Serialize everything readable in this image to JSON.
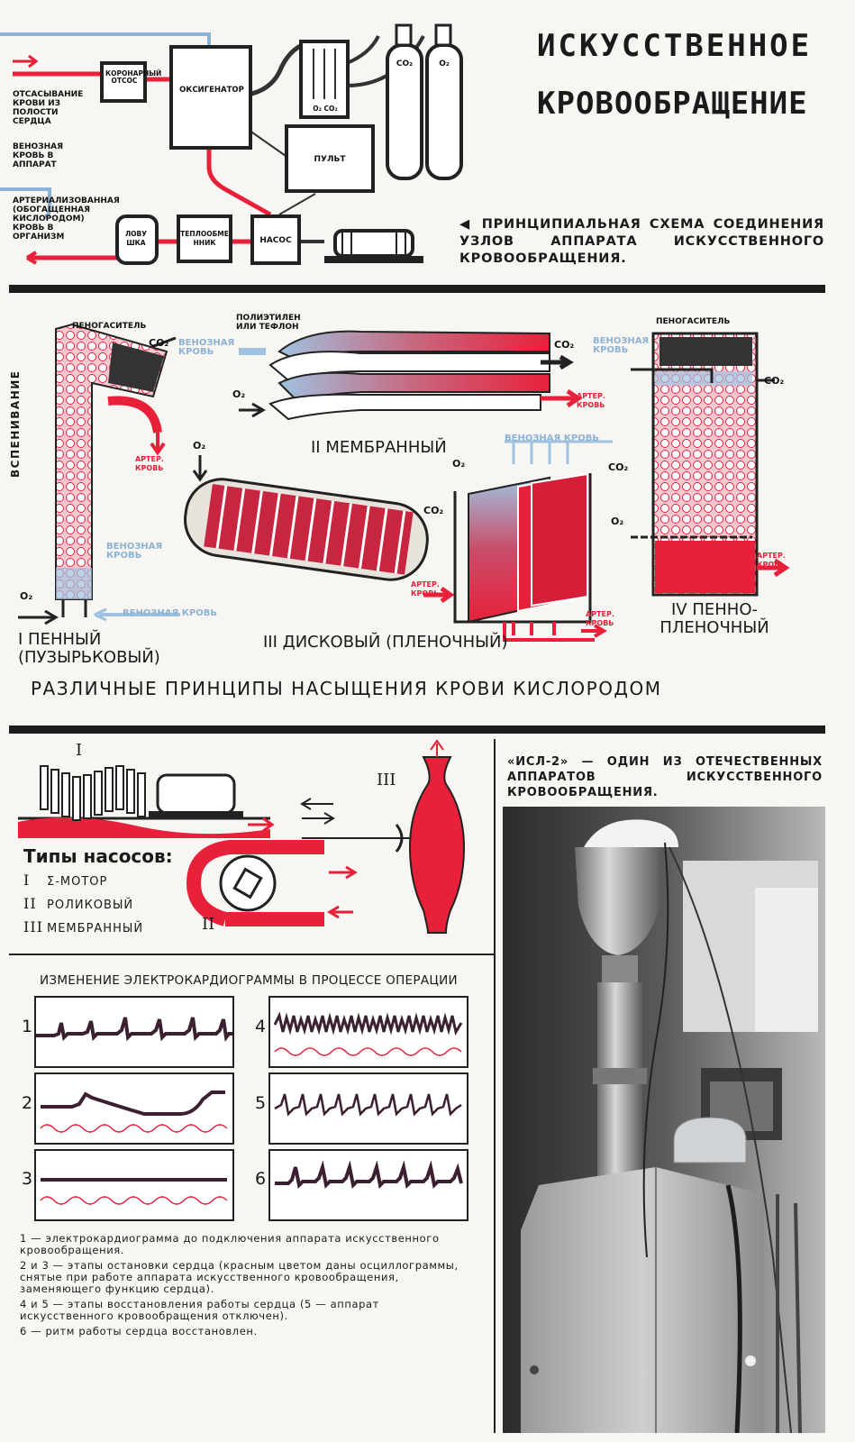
{
  "title": {
    "line1": "ИСКУССТВЕННОЕ",
    "line2": "КРОВООБРАЩЕНИЕ"
  },
  "schema": {
    "labels": {
      "suction": "ОТСАСЫВАНИЕ КРОВИ ИЗ ПОЛОСТИ СЕРДЦА",
      "venous_in": "ВЕНОЗНАЯ КРОВЬ В АППАРАТ",
      "arterial_out": "АРТЕРИАЛИЗОВАННАЯ (ОБОГАЩЕННАЯ КИСЛОРОДОМ) КРОВЬ В ОРГАНИЗМ"
    },
    "blocks": {
      "coronary": "КОРОНАРНЫЙ ОТСОС",
      "oxygenator": "ОКСИГЕНАТОР",
      "console": "ПУЛЬТ",
      "trap": "ЛОВУШКА",
      "heat": "ТЕПЛООБМЕННИК",
      "pump": "НАСОС",
      "gas_meter": "O₂ CO₂",
      "cyl_co2": "CO₂",
      "cyl_o2": "O₂"
    },
    "caption": "◀ ПРИНЦИПИАЛЬНАЯ СХЕМА СОЕДИНЕНИЯ УЗЛОВ АППАРАТА ИСКУССТВЕННОГО КРОВООБРАЩЕНИЯ."
  },
  "oxygenators": {
    "defoamer": "ПЕНОГАСИТЕЛЬ",
    "co2": "CO₂",
    "o2": "O₂",
    "venous": "ВЕНОЗНАЯ КРОВЬ",
    "arterial": "АРТЕР. КРОВЬ",
    "foaming": "ВСПЕНИВАНИЕ",
    "poly": "ПОЛИЭТИЛЕН ИЛИ ТЕФЛОН",
    "type1": "I ПЕННЫЙ (ПУЗЫРЬКОВЫЙ)",
    "type2": "II МЕМБРАННЫЙ",
    "type3": "III ДИСКОВЫЙ (ПЛЕНОЧНЫЙ)",
    "type4": "IV ПЕННО- ПЛЕНОЧНЫЙ",
    "heading": "РАЗЛИЧНЫЕ ПРИНЦИПЫ НАСЫЩЕНИЯ КРОВИ КИСЛОРОДОМ"
  },
  "pumps": {
    "heading": "Типы насосов:",
    "items": [
      {
        "num": "I",
        "label": "Σ-МОТОР"
      },
      {
        "num": "II",
        "label": "РОЛИКОВЫЙ"
      },
      {
        "num": "III",
        "label": "МЕМБРАННЫЙ"
      }
    ],
    "mark1": "I",
    "mark2": "II",
    "mark3": "III"
  },
  "ekg": {
    "heading": "ИЗМЕНЕНИЕ ЭЛЕКТРОКАРДИОГРАММЫ В ПРОЦЕССЕ ОПЕРАЦИИ",
    "panels": [
      "1",
      "2",
      "3",
      "4",
      "5",
      "6"
    ],
    "legend": [
      "1 — электрокардиограмма до подключения аппарата искусственного кровообращения.",
      "2 и 3 — этапы остановки сердца (красным цветом даны осциллограммы, снятые при работе аппарата искусственного кровообращения, заменяющего функцию сердца).",
      "4 и 5 — этапы восстановления работы сердца (5 — аппарат искусственного кровообращения отключен).",
      "6 — ритм работы сердца восстановлен."
    ]
  },
  "photo": {
    "caption": "«ИСЛ-2» — ОДИН ИЗ ОТЕЧЕСТВЕННЫХ АППАРАТОВ ИСКУССТВЕННОГО КРОВООБРАЩЕНИЯ."
  },
  "colors": {
    "red": "#e8203a",
    "blue": "#8cb3d6",
    "dark": "#1d1d1d"
  }
}
